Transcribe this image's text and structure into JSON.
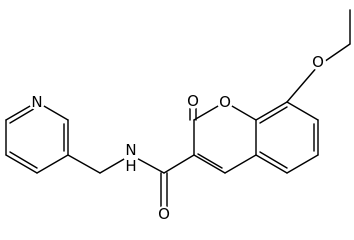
{
  "atom_labels": {
    "ring_oxygen": "O",
    "carbonyl_oxygen_lactone": "O",
    "ether_oxygen": "O",
    "amide_oxygen": "O",
    "amide_nitrogen": "N",
    "amide_hydrogen": "H",
    "pyridine_nitrogen": "N"
  },
  "colors": {
    "bond": "#000000",
    "text": "#000000",
    "background": "#ffffff"
  }
}
